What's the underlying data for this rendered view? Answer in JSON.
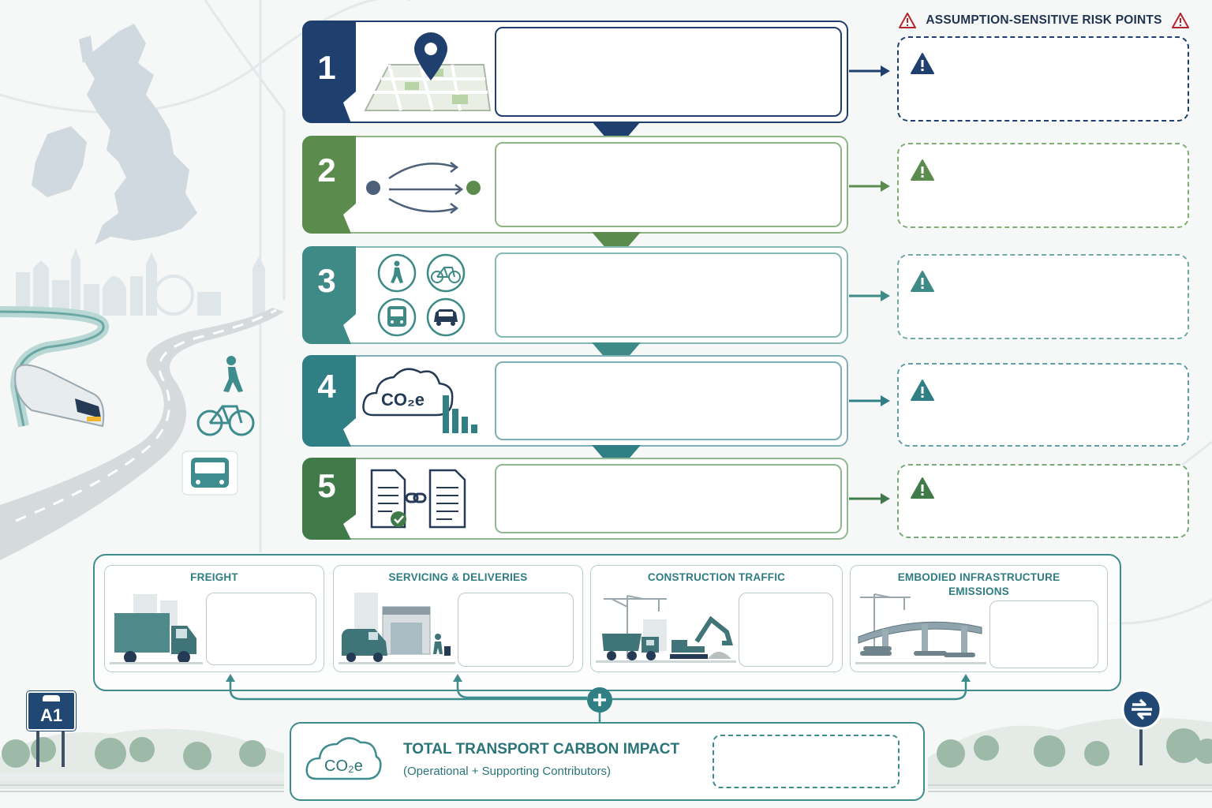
{
  "steps": [
    {
      "number": "1",
      "icon": "map-pin-icon",
      "color": "#1f3f6e"
    },
    {
      "number": "2",
      "icon": "route-arrows-icon",
      "color": "#5b8c4e"
    },
    {
      "number": "3",
      "icon": "transport-modes-icon",
      "color": "#3d8a86"
    },
    {
      "number": "4",
      "icon": "co2e-cloud-chart-icon",
      "color": "#2f7f85",
      "icon_text": "CO₂e"
    },
    {
      "number": "5",
      "icon": "linked-documents-icon",
      "color": "#3f7a48"
    }
  ],
  "risk": {
    "title": "ASSUMPTION-SENSITIVE RISK POINTS",
    "title_icon": "warning-icon",
    "colors": [
      "#1f3f6e",
      "#5b8c4e",
      "#3d8a86",
      "#2f7f85",
      "#3f7a48"
    ]
  },
  "contributors": [
    {
      "label": "FREIGHT",
      "icon": "truck-icon"
    },
    {
      "label": "SERVICING & DELIVERIES",
      "icon": "delivery-van-icon"
    },
    {
      "label": "CONSTRUCTION TRAFFIC",
      "icon": "construction-vehicles-icon"
    },
    {
      "label": "EMBODIED INFRASTRUCTURE EMISSIONS",
      "icon": "bridge-construction-icon"
    }
  ],
  "total": {
    "title": "TOTAL TRANSPORT CARBON IMPACT",
    "subtitle": "(Operational + Supporting Contributors)",
    "icon_text": "CO₂e",
    "plus_icon": "plus-icon"
  },
  "signs": {
    "road": "A1",
    "rail_icon": "national-rail-icon"
  },
  "accent": "#3f8c8e"
}
